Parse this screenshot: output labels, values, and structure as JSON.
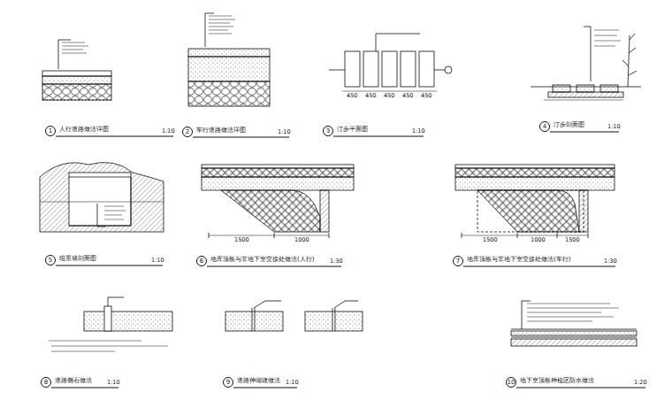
{
  "diagram": {
    "nodes": [
      {
        "text": [
          "1"
        ]
      },
      {
        "text": [
          "2"
        ]
      },
      {
        "text": [
          "3"
        ]
      },
      {
        "text": [
          "4"
        ]
      },
      {
        "text": [
          "5"
        ]
      },
      {
        "text": [
          "6"
        ]
      },
      {
        "text": [
          "7"
        ]
      },
      {
        "text": [
          "8"
        ]
      },
      {
        "text": [
          "9"
        ]
      },
      {
        "text": [
          "10"
        ]
      }
    ],
    "labels": [
      "人行道路做法详图",
      "1:10",
      "车行道路做法详图",
      "1:10",
      "汀步平面图",
      "1:10",
      "汀步剖面图",
      "1:10",
      "组景墙剖面图",
      "1:10",
      "地库顶板与非地下室交接处做法(人行)",
      "1:30",
      "地库顶板与非地下室交接处做法(车行)",
      "1:30",
      "道路侧石做法",
      "1:10",
      "道路伸缩缝做法",
      "1:10",
      "地下室顶板种植区防水做法",
      "1:20",
      "450",
      "450",
      "450",
      "450",
      "450",
      "1500",
      "1000",
      "1500",
      "1000",
      "1500"
    ]
  }
}
